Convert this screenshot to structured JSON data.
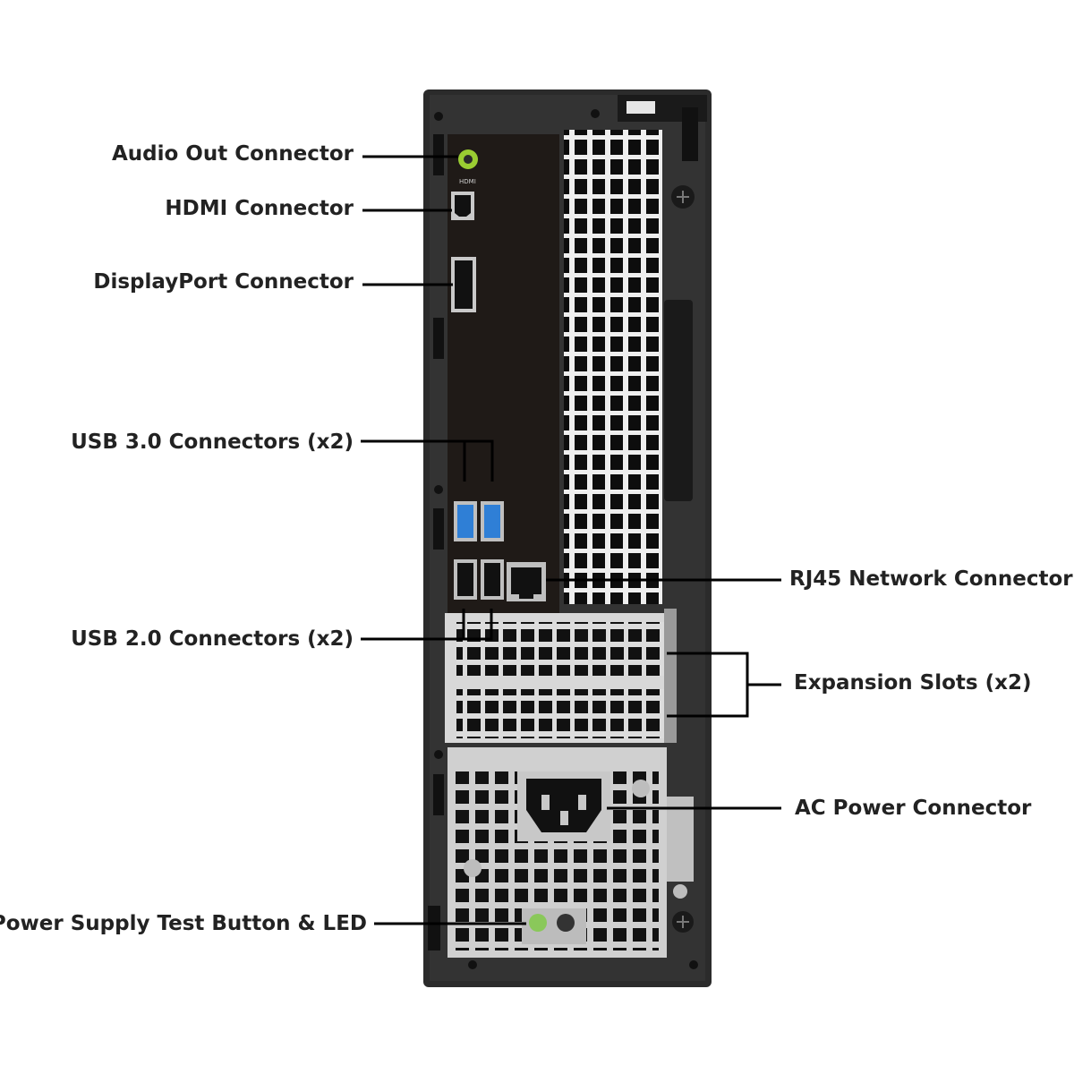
{
  "labels": {
    "audio_out": "Audio Out Connector",
    "hdmi": "HDMI Connector",
    "displayport": "DisplayPort Connector",
    "usb3": "USB 3.0 Connectors (x2)",
    "usb2": "USB 2.0 Connectors (x2)",
    "power_test": "Power Supply Test Button & LED",
    "rj45": "RJ45 Network Connector",
    "expansion": "Expansion Slots (x2)",
    "ac_power": "AC Power Connector"
  },
  "port_markings": {
    "hdmi": "HDMI"
  },
  "colors": {
    "chassis": "#2b2b2b",
    "io_plate": "#1f1a17",
    "grille": "#e8e8e8",
    "usb3_blue": "#2f7fd6",
    "audio_green": "#9acd32",
    "label_text": "#222222"
  }
}
